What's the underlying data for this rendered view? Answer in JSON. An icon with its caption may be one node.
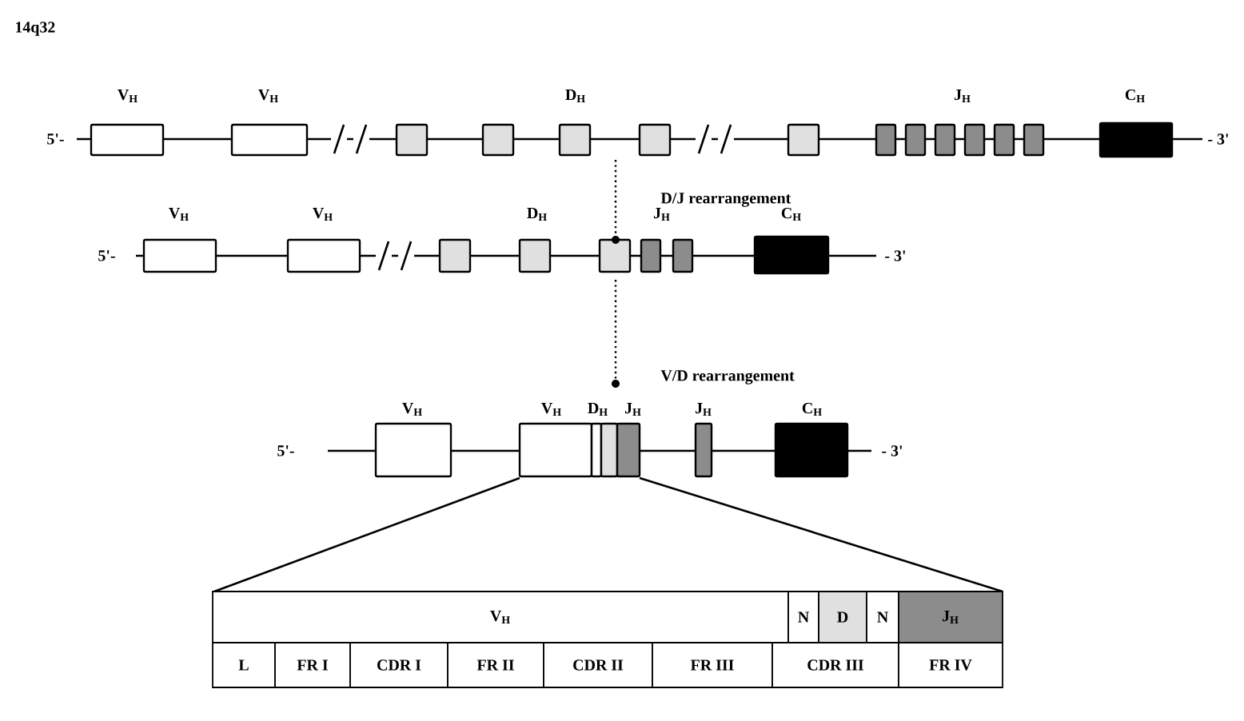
{
  "diagram": {
    "title": "14q32",
    "labels": [
      "5'-",
      "V$_{H}$",
      "V$_{H}$",
      "D$_{H}$",
      "J$_{H}$",
      "C$_{H}$",
      "- 3'",
      "D/J rearrangement",
      "5'-",
      "V$_{H}$",
      "V$_{H}$",
      "D$_{H}$",
      "J$_{H}$",
      "C$_{H}$",
      "- 3'",
      "V/D rearrangement",
      "5'-",
      "V$_{H}$",
      "V$_{H}$",
      "D$_{H}$",
      "J$_{H}$",
      "J$_{H}$",
      "C$_{H}$",
      "- 3'",
      "V$_{H}$",
      "N",
      "D",
      "N",
      "J$_{H}$",
      "L",
      "FR I",
      "CDR I",
      "FR II",
      "CDR II",
      "FR III",
      "CDR III",
      "FR IV"
    ]
  }
}
